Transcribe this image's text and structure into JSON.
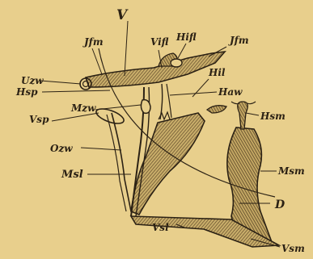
{
  "figure": {
    "labels": {
      "V": "V",
      "Jfm_left": "Jfm",
      "Vifl": "Vifl",
      "Hifl": "Hifl",
      "Jfm_right": "Jfm",
      "Uzw": "Uzw",
      "Hsp": "Hsp",
      "Hil": "Hil",
      "Mzw": "Mzw",
      "Haw": "Haw",
      "Vsp": "Vsp",
      "Hsm": "Hsm",
      "Ozw": "Ozw",
      "Msm": "Msm",
      "Msl": "Msl",
      "D": "D",
      "Vsl": "Vsl",
      "Vsm": "Vsm"
    }
  }
}
